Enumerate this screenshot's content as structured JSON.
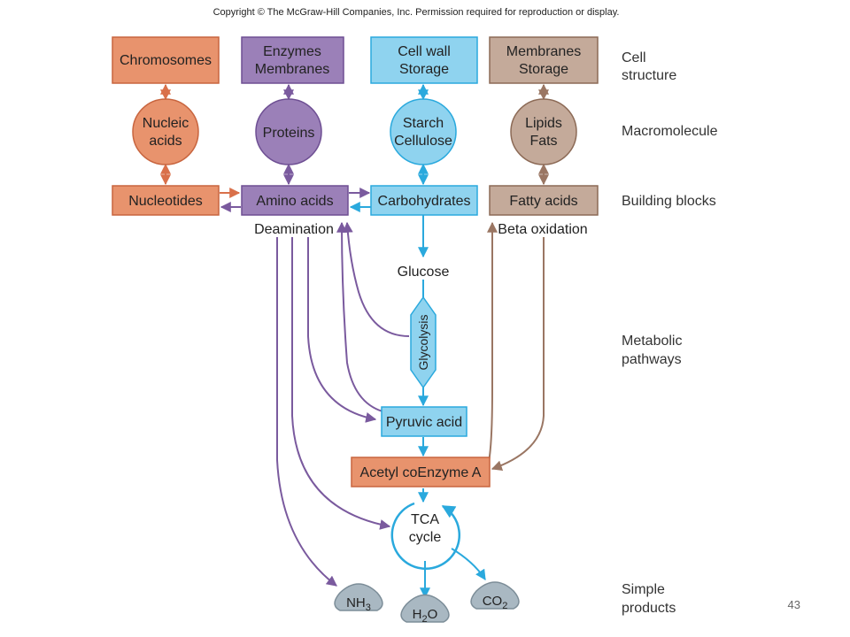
{
  "copyright": "Copyright © The McGraw-Hill Companies, Inc. Permission required for reproduction or display.",
  "page_number": "43",
  "rows": {
    "cell_structure": [
      "Cell",
      "structure"
    ],
    "macromolecule": "Macromolecule",
    "building_blocks": "Building blocks",
    "metabolic_pathways": [
      "Metabolic",
      "pathways"
    ],
    "simple_products": [
      "Simple",
      "products"
    ]
  },
  "cell_structure": {
    "chromosomes": "Chromosomes",
    "enzymes_membranes": [
      "Enzymes",
      "Membranes"
    ],
    "cellwall_storage": [
      "Cell wall",
      "Storage"
    ],
    "membranes_storage": [
      "Membranes",
      "Storage"
    ]
  },
  "macromolecules": {
    "nucleic_acids": [
      "Nucleic",
      "acids"
    ],
    "proteins": "Proteins",
    "starch_cellulose": [
      "Starch",
      "Cellulose"
    ],
    "lipids_fats": [
      "Lipids",
      "Fats"
    ]
  },
  "building_blocks": {
    "nucleotides": "Nucleotides",
    "amino_acids": "Amino acids",
    "carbohydrates": "Carbohydrates",
    "fatty_acids": "Fatty acids"
  },
  "pathways": {
    "deamination": "Deamination",
    "beta_oxidation": "Beta oxidation",
    "glucose": "Glucose",
    "glycolysis": "Glycolysis",
    "pyruvic_acid": "Pyruvic acid",
    "acetyl_coa": "Acetyl coEnzyme A",
    "tca_cycle": [
      "TCA",
      "cycle"
    ]
  },
  "products": {
    "nh3": {
      "base": "NH",
      "sub": "3"
    },
    "h2o": {
      "base": "H",
      "sub": "2",
      "tail": "O"
    },
    "co2": {
      "base": "CO",
      "sub": "2"
    }
  },
  "colors": {
    "orange_fill": "#e8936d",
    "orange_stroke": "#c8653f",
    "purple_fill": "#9b80b8",
    "purple_stroke": "#6e4f93",
    "blue_fill": "#8fd3ef",
    "blue_stroke": "#2aa9dd",
    "tan_fill": "#c4aa9a",
    "tan_stroke": "#8c6a56",
    "gray_fill": "#a9b8c2",
    "gray_stroke": "#7c8d98"
  }
}
